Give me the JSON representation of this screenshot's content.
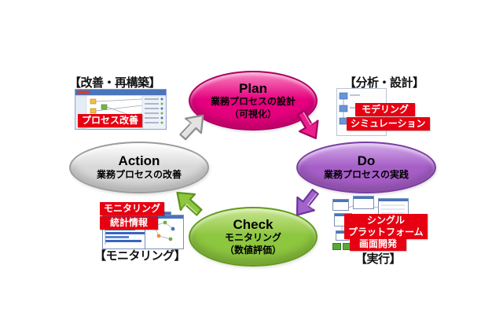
{
  "colors": {
    "background": "#ffffff",
    "badge": "#e60012",
    "badge_text": "#ffffff",
    "label_text": "#111111"
  },
  "nodes": [
    {
      "id": "plan",
      "title": "Plan",
      "lines": [
        "業務プロセスの設計",
        "（可視化）"
      ],
      "fill": "#e6007e",
      "border": "#ad0060",
      "highlight": "#f885c0"
    },
    {
      "id": "do",
      "title": "Do",
      "lines": [
        "業務プロセスの実践"
      ],
      "fill": "#a75fc8",
      "border": "#7a3da2",
      "highlight": "#d2aaE8"
    },
    {
      "id": "check",
      "title": "Check",
      "lines": [
        "モニタリング",
        "（数値評価）"
      ],
      "fill": "#8dc63f",
      "border": "#649c1d",
      "highlight": "#c9e591"
    },
    {
      "id": "action",
      "title": "Action",
      "lines": [
        "業務プロセスの改善"
      ],
      "fill": "#d9d9d9",
      "border": "#9c9c9c",
      "highlight": "#ffffff"
    }
  ],
  "arrows": [
    {
      "id": "action-to-plan",
      "fill": "#e2e2e2",
      "border": "#8d8d8d"
    },
    {
      "id": "plan-to-do",
      "fill": "#ec1e8c",
      "border": "#a50063"
    },
    {
      "id": "do-to-check",
      "fill": "#a263cc",
      "border": "#6d3796"
    },
    {
      "id": "check-to-action",
      "fill": "#8dc63f",
      "border": "#5d951b"
    }
  ],
  "corner_labels": {
    "top_left": "【改善・再構築】",
    "top_right": "【分析・設計】",
    "bottom_left": "【モニタリング】",
    "bottom_right": "【実行】"
  },
  "badges": {
    "process_improvement": "プロセス改善",
    "modeling": "モデリング",
    "simulation": "シミュレーション",
    "monitoring": "モニタリング",
    "statistics": "統計情報",
    "single_platform": "シングル\nプラットフォーム",
    "screen_dev": "画面開発"
  }
}
